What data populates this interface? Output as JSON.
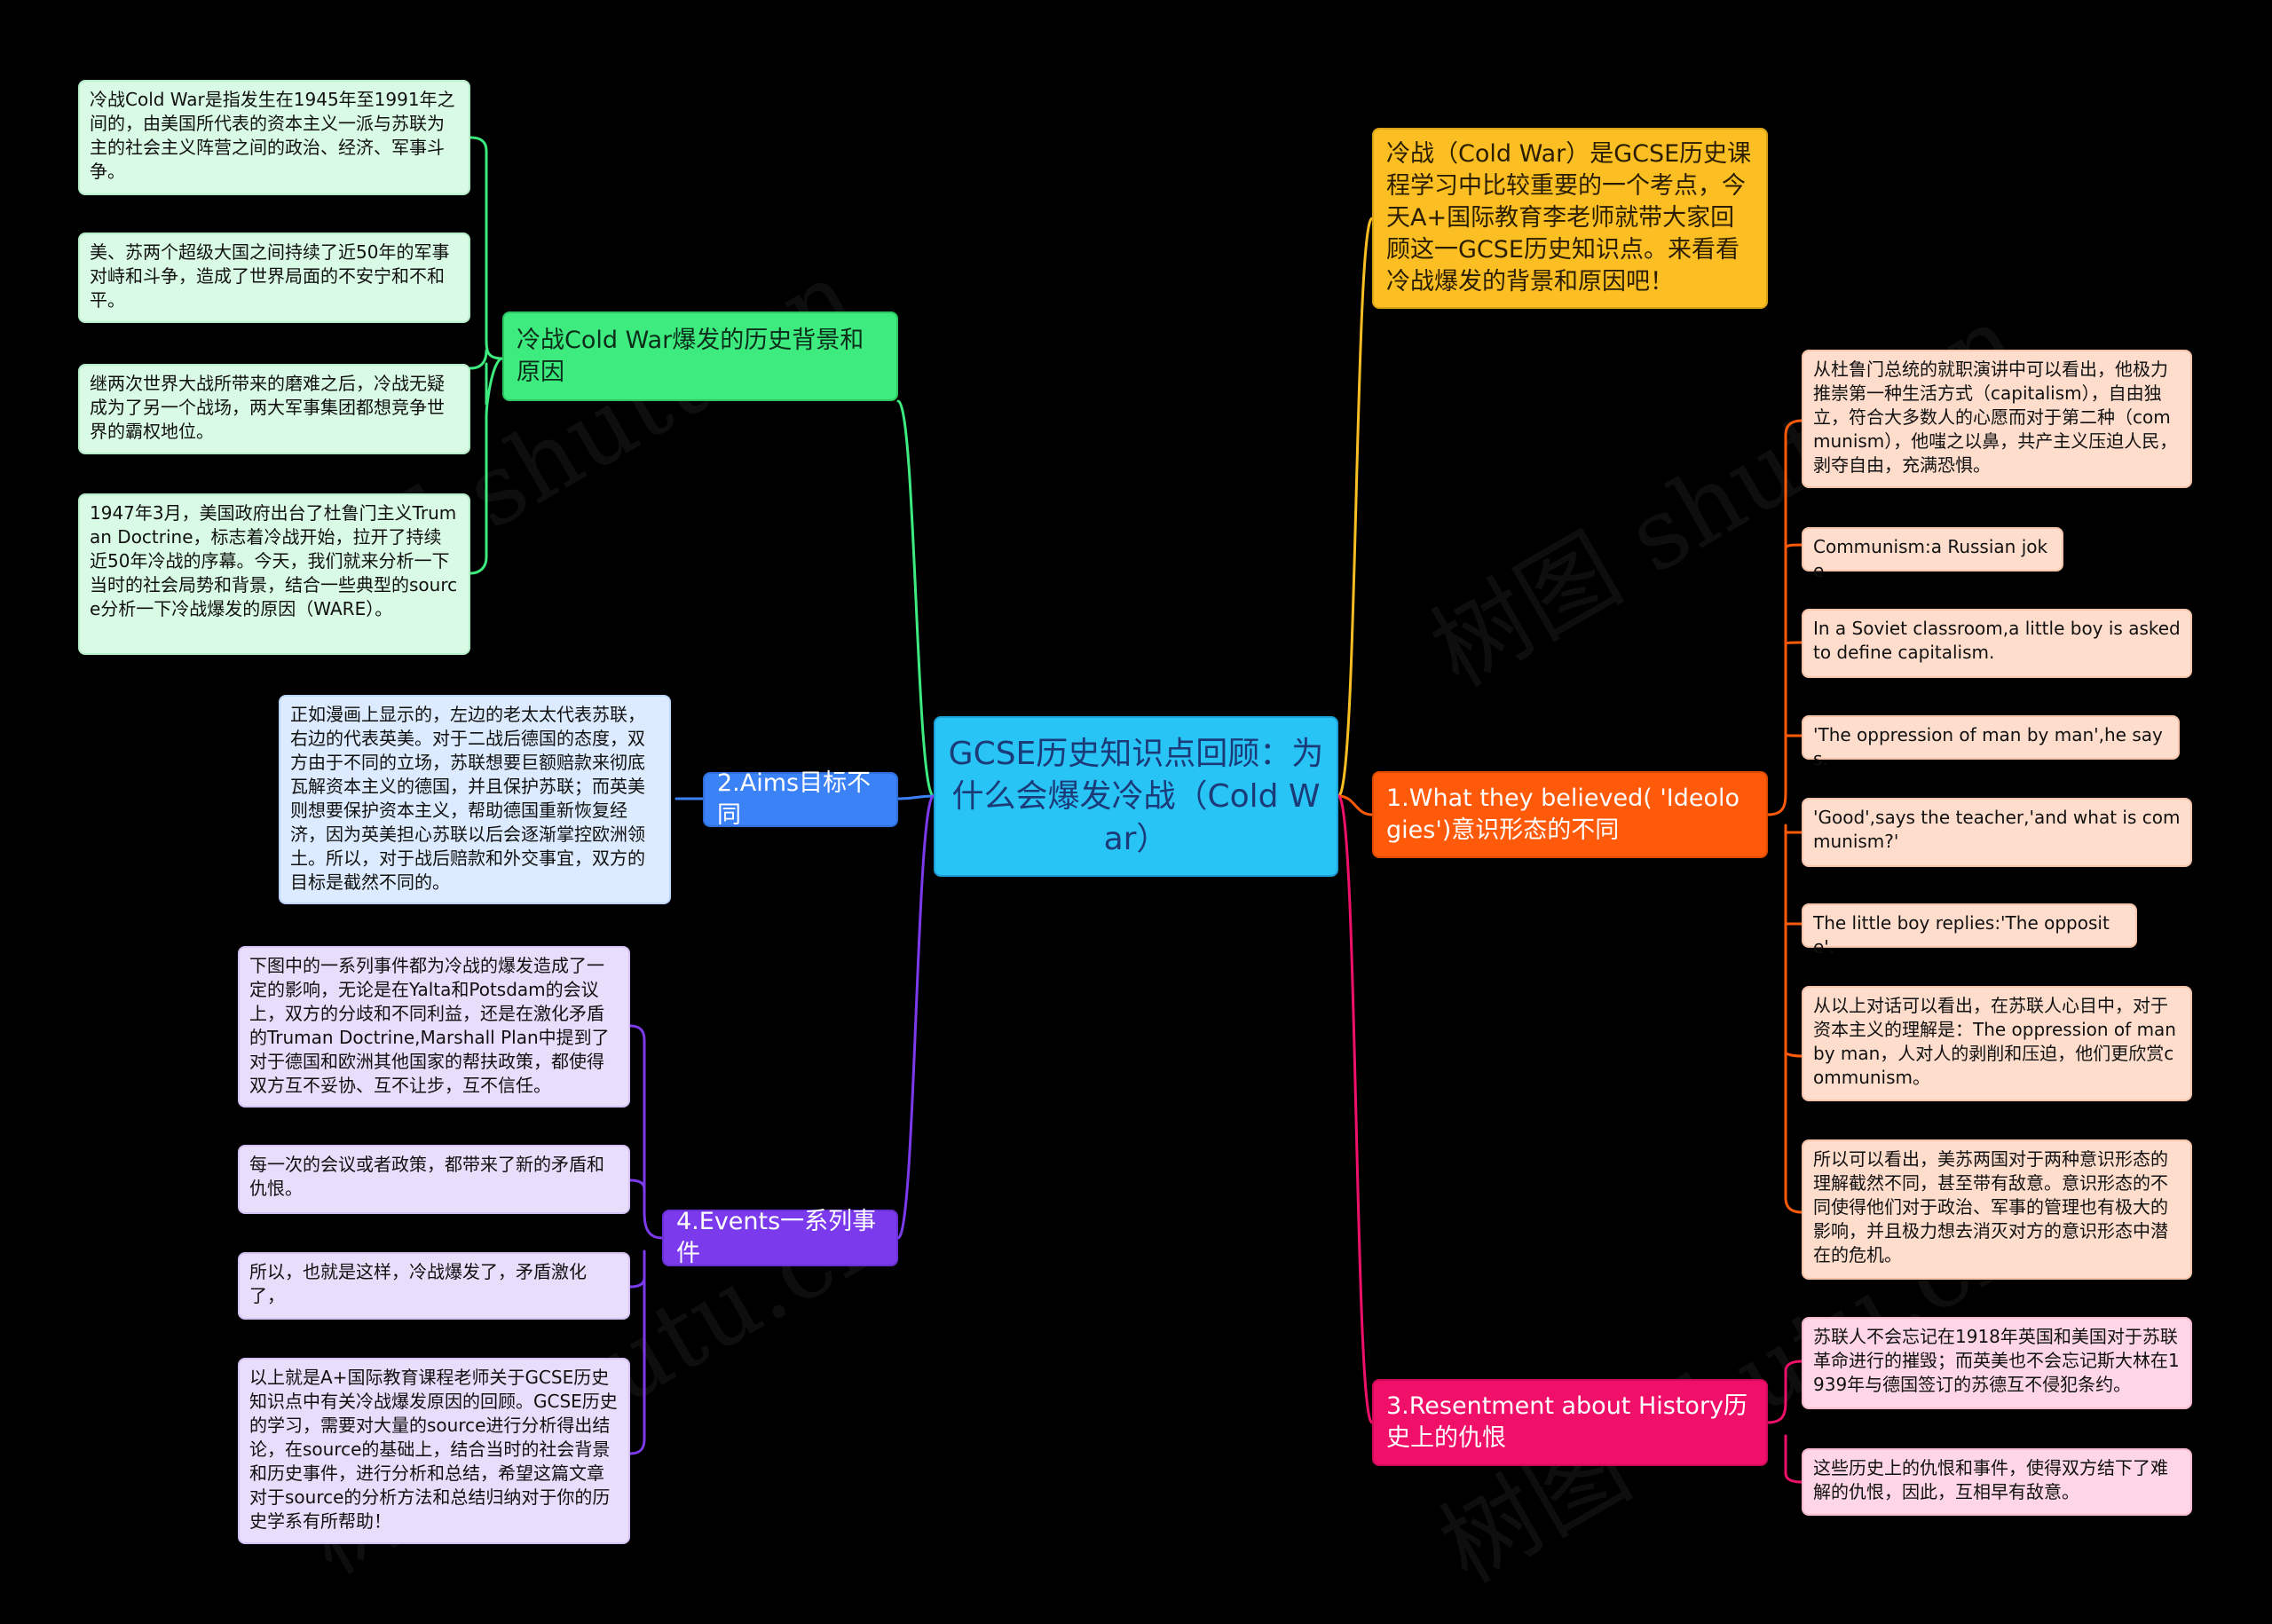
{
  "center": {
    "title": "GCSE历史知识点回顾：为什么会爆发冷战（Cold War）"
  },
  "watermark": "树图 shutu.cn",
  "colors": {
    "background": "#000000",
    "center": "#29C4F6",
    "branch_background": "#3DEB7E",
    "branch_aims": "#3B82F6",
    "branch_events": "#7C3AED",
    "branch_intro": "#FBBF24",
    "branch_ideologies": "#FF5A0A",
    "branch_resentment": "#F0106A"
  },
  "branches": {
    "background": {
      "title": "冷战Cold War爆发的历史背景和原因",
      "items": [
        "冷战Cold War是指发生在1945年至1991年之间的，由美国所代表的资本主义一派与苏联为主的社会主义阵营之间的政治、经济、军事斗争。",
        "美、苏两个超级大国之间持续了近50年的军事对峙和斗争，造成了世界局面的不安宁和不和平。",
        "继两次世界大战所带来的磨难之后，冷战无疑成为了另一个战场，两大军事集团都想竞争世界的霸权地位。",
        "1947年3月，美国政府出台了杜鲁门主义Truman Doctrine，标志着冷战开始，拉开了持续近50年冷战的序幕。今天，我们就来分析一下当时的社会局势和背景，结合一些典型的source分析一下冷战爆发的原因（WARE）。"
      ]
    },
    "aims": {
      "title": "2.Aims目标不同",
      "items": [
        "正如漫画上显示的，左边的老太太代表苏联，右边的代表英美。对于二战后德国的态度，双方由于不同的立场，苏联想要巨额赔款来彻底瓦解资本主义的德国，并且保护苏联；而英美则想要保护资本主义，帮助德国重新恢复经济，因为英美担心苏联以后会逐渐掌控欧洲领土。所以，对于战后赔款和外交事宜，双方的目标是截然不同的。"
      ]
    },
    "events": {
      "title": "4.Events一系列事件",
      "items": [
        "下图中的一系列事件都为冷战的爆发造成了一定的影响，无论是在Yalta和Potsdam的会议上，双方的分歧和不同利益，还是在激化矛盾的Truman Doctrine,Marshall Plan中提到了对于德国和欧洲其他国家的帮扶政策，都使得双方互不妥协、互不让步，互不信任。",
        "每一次的会议或者政策，都带来了新的矛盾和仇恨。",
        "所以，也就是这样，冷战爆发了，矛盾激化了，",
        "以上就是A+国际教育课程老师关于GCSE历史知识点中有关冷战爆发原因的回顾。GCSE历史的学习，需要对大量的source进行分析得出结论，在source的基础上，结合当时的社会背景和历史事件，进行分析和总结，希望这篇文章对于source的分析方法和总结归纳对于你的历史学系有所帮助！"
      ]
    },
    "intro": {
      "title": "冷战（Cold War）是GCSE历史课程学习中比较重要的一个考点，今天A+国际教育李老师就带大家回顾这一GCSE历史知识点。来看看冷战爆发的背景和原因吧！"
    },
    "ideologies": {
      "title": "1.What they believed( 'Ideologies')意识形态的不同",
      "items": [
        "从杜鲁门总统的就职演讲中可以看出，他极力推崇第一种生活方式（capitalism），自由独立，符合大多数人的心愿而对于第二种（communism），他嗤之以鼻，共产主义压迫人民，剥夺自由，充满恐惧。",
        "Communism:a Russian joke",
        "In a Soviet classroom,a little boy is asked to define capitalism.",
        "'The oppression of man by man',he says.",
        "'Good',says the teacher,'and what is communism?'",
        "The little boy replies:'The opposite'.",
        "从以上对话可以看出，在苏联人心目中，对于资本主义的理解是：The oppression of man by man，人对人的剥削和压迫，他们更欣赏communism。",
        "所以可以看出，美苏两国对于两种意识形态的理解截然不同，甚至带有敌意。意识形态的不同使得他们对于政治、军事的管理也有极大的影响，并且极力想去消灭对方的意识形态中潜在的危机。"
      ]
    },
    "resentment": {
      "title": "3.Resentment about History历史上的仇恨",
      "items": [
        "苏联人不会忘记在1918年英国和美国对于苏联革命进行的摧毁；而英美也不会忘记斯大林在1939年与德国签订的苏德互不侵犯条约。",
        "这些历史上的仇恨和事件，使得双方结下了难解的仇恨，因此，互相早有敌意。"
      ]
    }
  }
}
